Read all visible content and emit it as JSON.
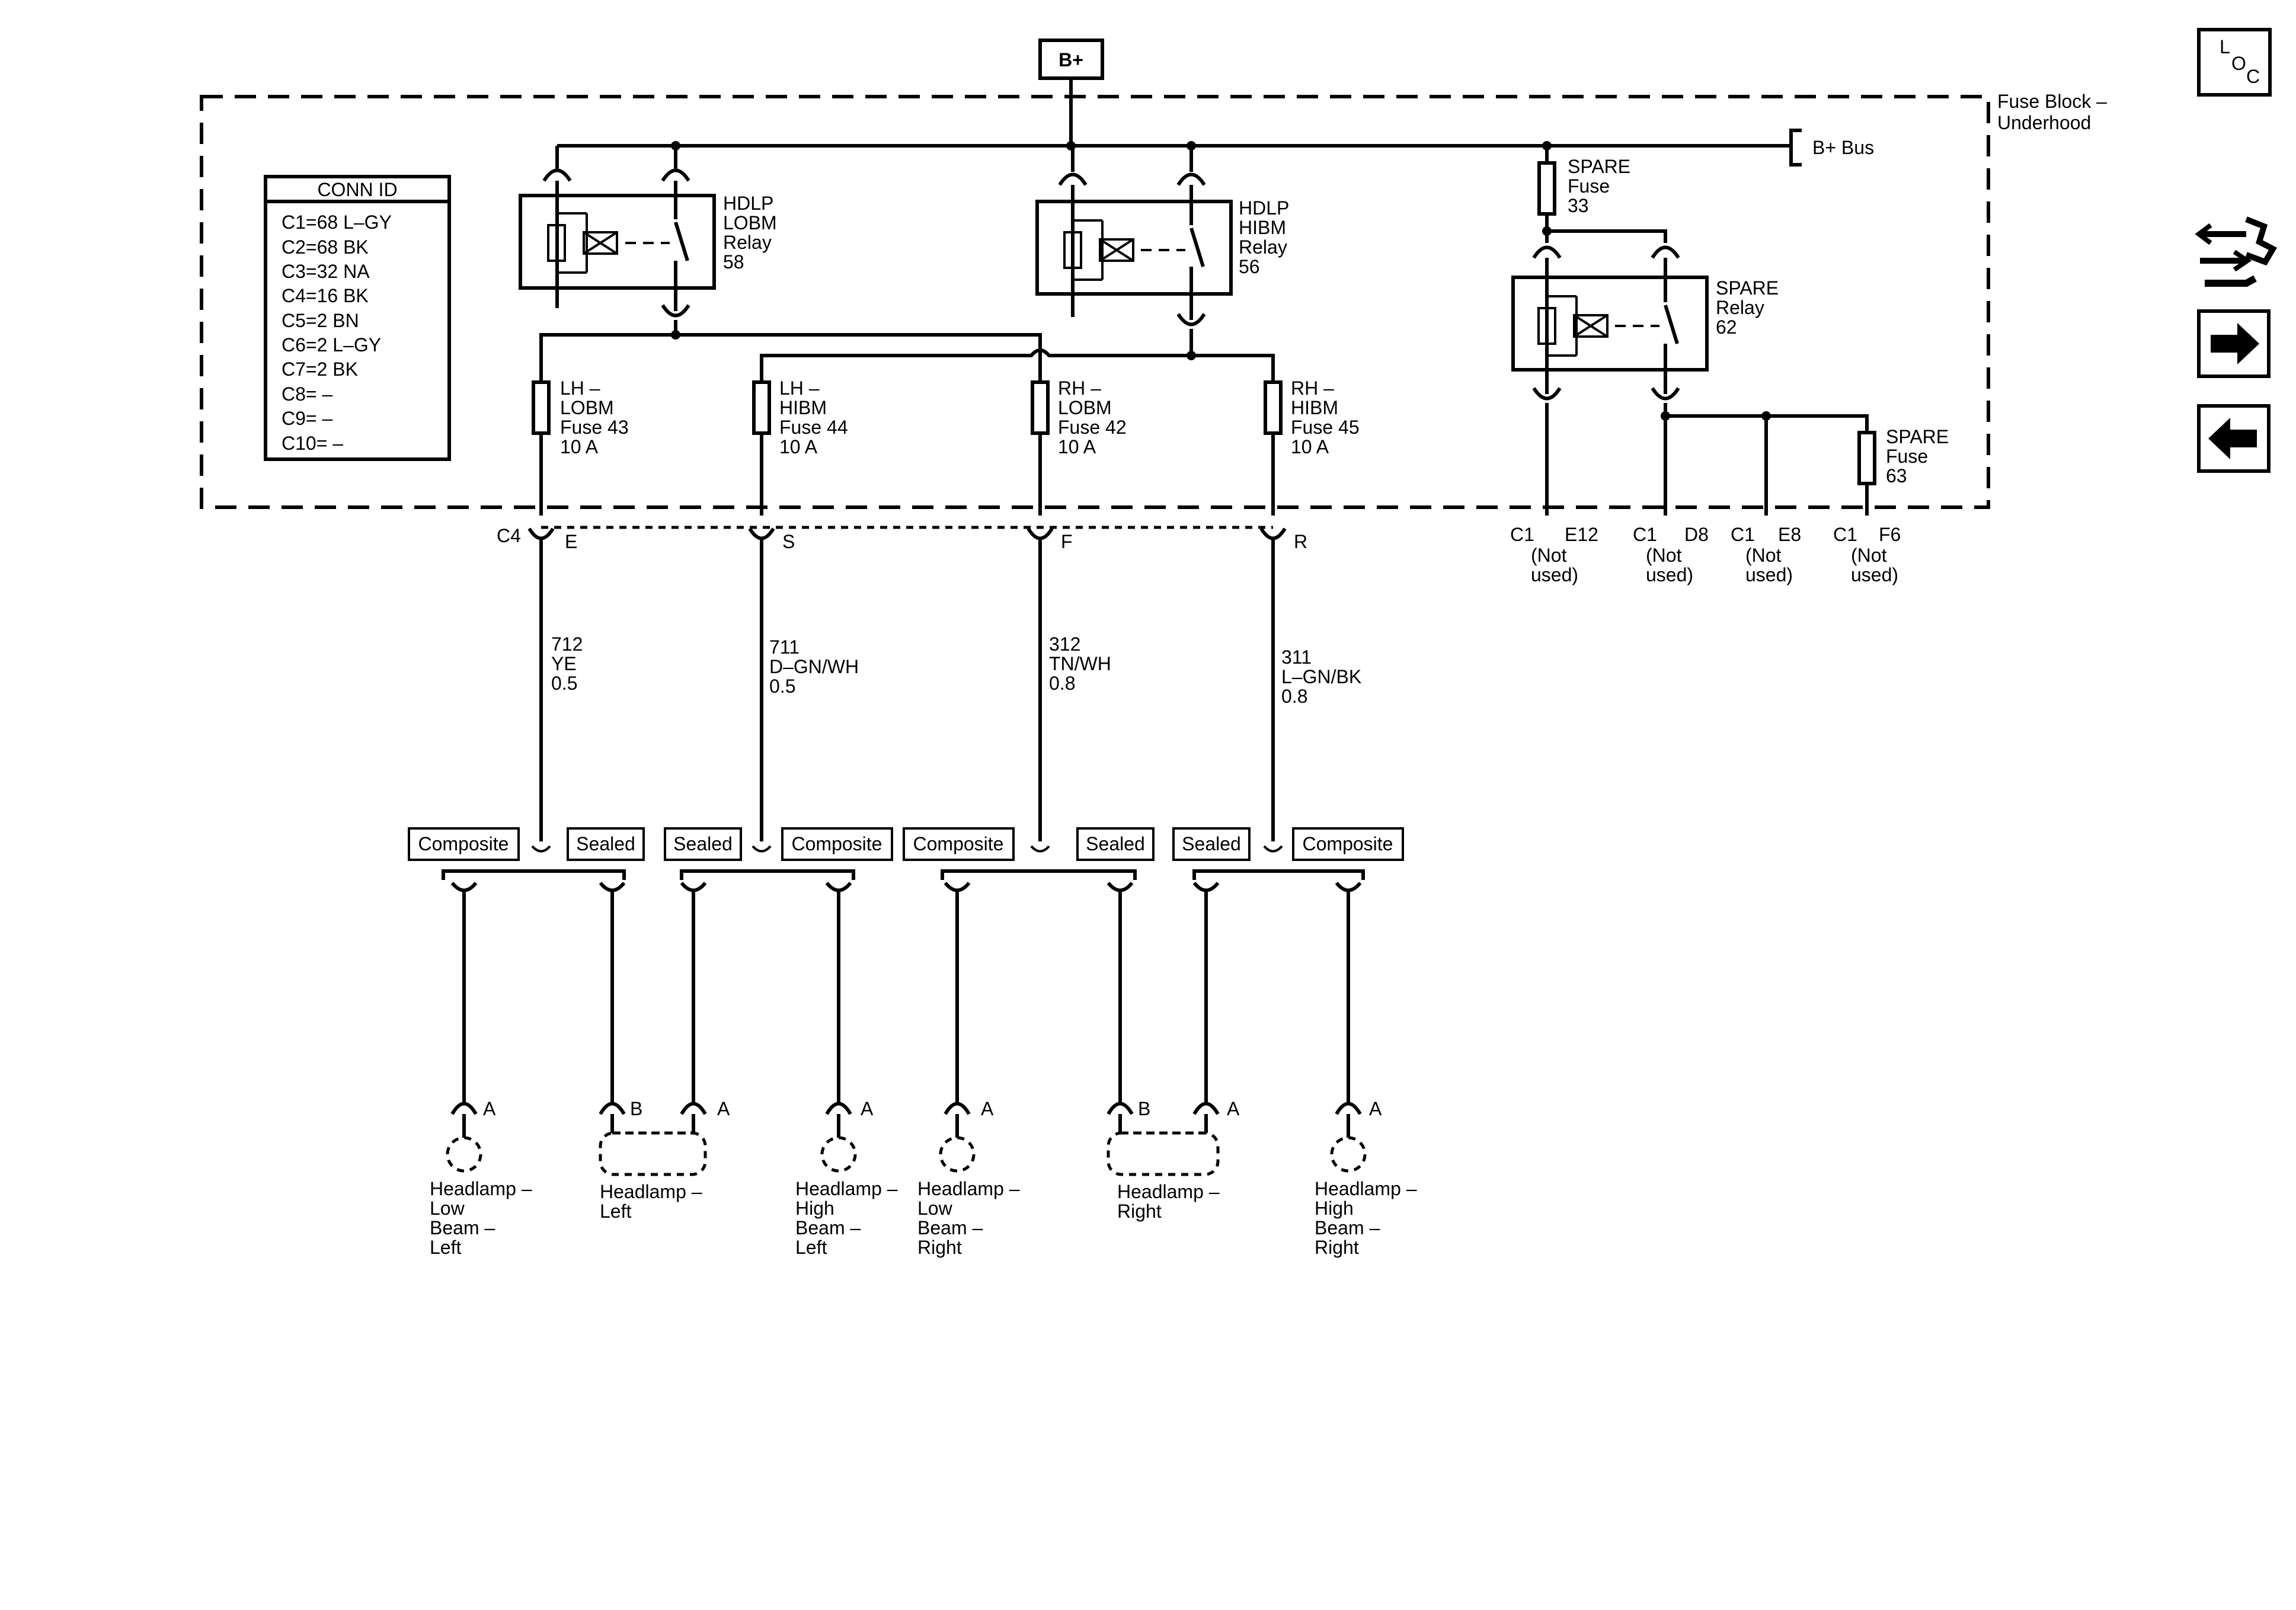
{
  "supply": {
    "label": "B+"
  },
  "fuse_block": {
    "label_1": "Fuse Block –",
    "label_2": "Underhood"
  },
  "bplus_bus": {
    "label": "B+ Bus"
  },
  "conn_id": {
    "title": "CONN ID",
    "rows": [
      "C1=68 L–GY",
      "C2=68 BK",
      "C3=32 NA",
      "C4=16 BK",
      "C5=2 BN",
      "C6=2 L–GY",
      "C7=2 BK",
      "C8= –",
      "C9= –",
      "C10= –"
    ]
  },
  "relays": {
    "lobm": {
      "l1": "HDLP",
      "l2": "LOBM",
      "l3": "Relay",
      "l4": "58"
    },
    "hibm": {
      "l1": "HDLP",
      "l2": "HIBM",
      "l3": "Relay",
      "l4": "56"
    },
    "spare": {
      "l1": "SPARE",
      "l2": "Relay",
      "l3": "62"
    }
  },
  "spare_fuse_33": {
    "l1": "SPARE",
    "l2": "Fuse",
    "l3": "33"
  },
  "spare_fuse_63": {
    "l1": "SPARE",
    "l2": "Fuse",
    "l3": "63"
  },
  "fuses": [
    {
      "l1": "LH –",
      "l2": "LOBM",
      "l3": "Fuse 43",
      "l4": "10 A"
    },
    {
      "l1": "LH –",
      "l2": "HIBM",
      "l3": "Fuse 44",
      "l4": "10 A"
    },
    {
      "l1": "RH –",
      "l2": "LOBM",
      "l3": "Fuse 42",
      "l4": "10 A"
    },
    {
      "l1": "RH –",
      "l2": "HIBM",
      "l3": "Fuse 45",
      "l4": "10 A"
    }
  ],
  "connector_c4": {
    "label": "C4",
    "pins": [
      "E",
      "S",
      "F",
      "R"
    ]
  },
  "c1_pins": [
    {
      "conn": "C1",
      "pin": "E12",
      "n1": "(Not",
      "n2": "used)"
    },
    {
      "conn": "C1",
      "pin": "D8",
      "n1": "(Not",
      "n2": "used)"
    },
    {
      "conn": "C1",
      "pin": "E8",
      "n1": "(Not",
      "n2": "used)"
    },
    {
      "conn": "C1",
      "pin": "F6",
      "n1": "(Not",
      "n2": "used)"
    }
  ],
  "wires": [
    {
      "circuit": "712",
      "color": "YE",
      "size": "0.5"
    },
    {
      "circuit": "711",
      "color": "D–GN/WH",
      "size": "0.5"
    },
    {
      "circuit": "312",
      "color": "TN/WH",
      "size": "0.8"
    },
    {
      "circuit": "311",
      "color": "L–GN/BK",
      "size": "0.8"
    }
  ],
  "options": {
    "composite": "Composite",
    "sealed": "Sealed"
  },
  "lamp_pins": {
    "a": "A",
    "b": "B"
  },
  "lamps": [
    {
      "l1": "Headlamp –",
      "l2": "Low",
      "l3": "Beam –",
      "l4": "Left"
    },
    {
      "l1": "Headlamp –",
      "l2": "Left"
    },
    {
      "l1": "Headlamp –",
      "l2": "High",
      "l3": "Beam –",
      "l4": "Left"
    },
    {
      "l1": "Headlamp –",
      "l2": "Low",
      "l3": "Beam –",
      "l4": "Right"
    },
    {
      "l1": "Headlamp –",
      "l2": "Right"
    },
    {
      "l1": "Headlamp –",
      "l2": "High",
      "l3": "Beam –",
      "l4": "Right"
    }
  ],
  "nav": {
    "loc_l": "L",
    "loc_o": "O",
    "loc_c": "C"
  }
}
